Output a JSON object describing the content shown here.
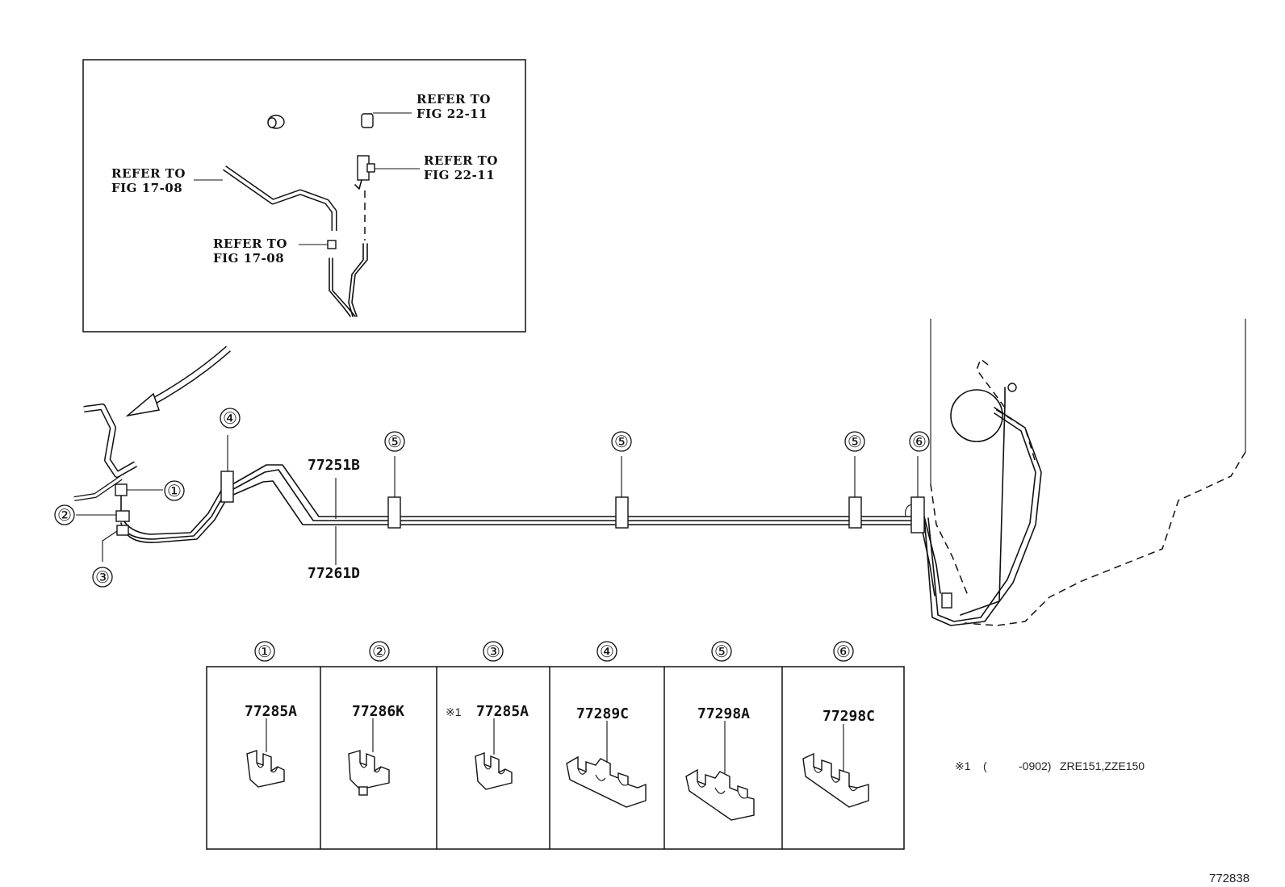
{
  "inset": {
    "refs": [
      {
        "line1": "REFER TO",
        "line2": "FIG 22-11"
      },
      {
        "line1": "REFER TO",
        "line2": "FIG 22-11"
      },
      {
        "line1": "REFER TO",
        "line2": "FIG 17-08"
      },
      {
        "line1": "REFER TO",
        "line2": "FIG 17-08"
      }
    ]
  },
  "callouts": {
    "c1": "①",
    "c2": "②",
    "c3": "③",
    "c4": "④",
    "c5": "⑤",
    "c6": "⑥"
  },
  "pipe_parts": {
    "upper": "77251B",
    "lower": "77261D"
  },
  "clip_table": [
    {
      "index": "①",
      "part": "77285A",
      "mark": ""
    },
    {
      "index": "②",
      "part": "77286K",
      "mark": ""
    },
    {
      "index": "③",
      "part": "77285A",
      "mark": "※1"
    },
    {
      "index": "④",
      "part": "77289C",
      "mark": ""
    },
    {
      "index": "⑤",
      "part": "77298A",
      "mark": ""
    },
    {
      "index": "⑥",
      "part": "77298C",
      "mark": ""
    }
  ],
  "footnote": {
    "mark": "※1",
    "open": "(",
    "range": "-0902)",
    "models": "ZRE151,ZZE150"
  },
  "figure_number": "772838"
}
